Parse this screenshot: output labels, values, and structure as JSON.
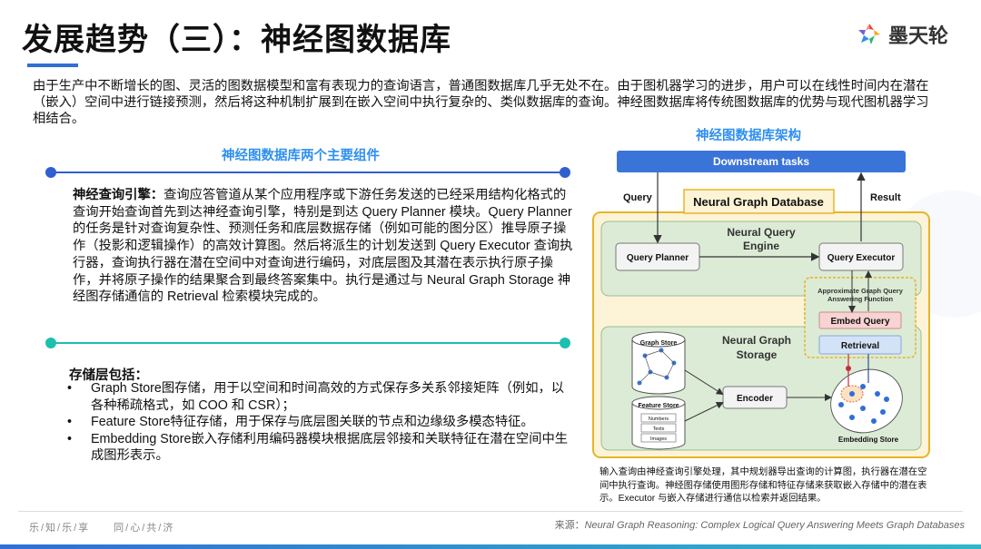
{
  "title": "发展趋势（三）：神经图数据库",
  "logo": {
    "text": "墨天轮",
    "icon": "mtl-logo-icon"
  },
  "intro": "由于生产中不断增长的图、灵活的图数据模型和富有表现力的查询语言，普通图数据库几乎无处不在。由于图机器学习的进步，用户可以在线性时间内在潜在（嵌入）空间中进行链接预测，然后将这种机制扩展到在嵌入空间中执行复杂的、类似数据库的查询。神经图数据库将传统图数据库的优势与现代图机器学习相结合。",
  "left": {
    "section_title": "神经图数据库两个主要组件",
    "engine_label": "神经查询引擎：",
    "engine_text": "查询应答管道从某个应用程序或下游任务发送的已经采用结构化格式的查询开始查询首先到达神经查询引擎，特别是到达 Query Planner 模块。Query Planner 的任务是针对查询复杂性、预测任务和底层数据存储（例如可能的图分区）推导原子操作（投影和逻辑操作）的高效计算图。然后将派生的计划发送到 Query Executor 查询执行器，查询执行器在潜在空间中对查询进行编码，对底层图及其潜在表示执行原子操作，并将原子操作的结果聚合到最终答案集中。执行是通过与 Neural Graph Storage 神经图存储通信的 Retrieval 检索模块完成的。",
    "storage_title": "存储层包括：",
    "storage_items": [
      "Graph Store图存储，用于以空间和时间高效的方式保存多关系邻接矩阵（例如，以各种稀疏格式，如 COO 和 CSR）；",
      "Feature Store特征存储，用于保存与底层图关联的节点和边缘级多模态特征。",
      "Embedding Store嵌入存储利用编码器模块根据底层邻接和关联特征在潜在空间中生成图形表示。"
    ],
    "bullet": "•"
  },
  "right": {
    "section_title": "神经图数据库架构",
    "diagram": {
      "downstream": "Downstream tasks",
      "query": "Query",
      "result": "Result",
      "ngdb": "Neural Graph Database",
      "nqe": "Neural Query Engine",
      "planner": "Query Planner",
      "executor": "Query Executor",
      "agq_line1": "Approximate Graph Query",
      "agq_line2": "Answering Function",
      "embed_query": "Embed Query",
      "retrieval": "Retrieval",
      "ngs_line1": "Neural Graph",
      "ngs_line2": "Storage",
      "graph_store": "Graph Store",
      "feature_store": "Feature Store",
      "numbers": "Numbers",
      "texts": "Texts",
      "images": "Images",
      "encoder": "Encoder",
      "embedding_store": "Embedding Store"
    },
    "caption": "输入查询由神经查询引擎处理，其中规划器导出查询的计算图，执行器在潜在空间中执行查询。神经图存储使用图形存储和特征存储来获取嵌入存储中的潜在表示。Executor 与嵌入存储进行通信以检索并返回结果。"
  },
  "footer": {
    "left": "乐/知/乐/享　　同/心/共/济",
    "source_label": "来源：",
    "source_text": "Neural Graph Reasoning: Complex Logical Query Answering Meets Graph Databases"
  },
  "colors": {
    "accent_blue": "#2f8ff0",
    "line_blue": "#2f5fd0",
    "line_teal": "#1dbfae",
    "downstream_bg": "#3b74d9",
    "ngdb_border": "#e6b52a",
    "panel_green": "#dcebd6"
  }
}
